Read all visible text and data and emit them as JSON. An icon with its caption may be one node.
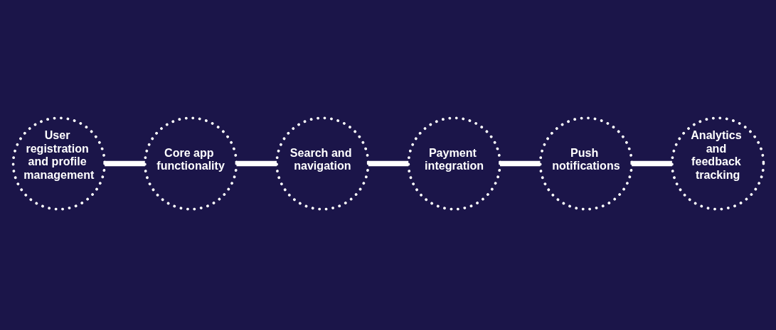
{
  "diagram": {
    "nodes": [
      {
        "text": [
          "User registration and profile management"
        ]
      },
      {
        "text": [
          "Core app functionality"
        ]
      },
      {
        "text": [
          "Search and navigation"
        ]
      },
      {
        "text": [
          "Payment integration"
        ]
      },
      {
        "text": [
          "Push notifications"
        ]
      },
      {
        "text": [
          "Analytics and feedback tracking"
        ]
      }
    ],
    "edges": [
      {
        "from": 0,
        "to": 1,
        "arrow": "none"
      },
      {
        "from": 1,
        "to": 2,
        "arrow": "none"
      },
      {
        "from": 2,
        "to": 3,
        "arrow": "none"
      },
      {
        "from": 3,
        "to": 4,
        "arrow": "none"
      },
      {
        "from": 4,
        "to": 5,
        "arrow": "none"
      }
    ]
  }
}
